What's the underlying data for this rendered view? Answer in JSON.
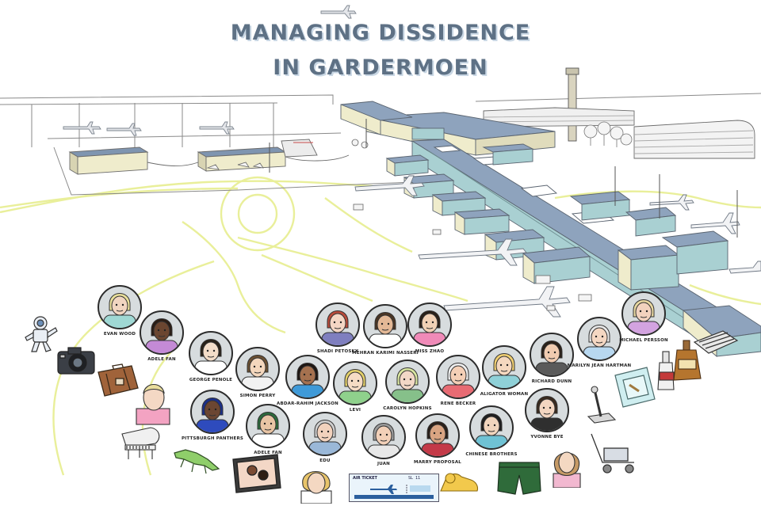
{
  "title": {
    "line1": "MANAGING DISSIDENCE",
    "line2": "IN GARDERMOEN"
  },
  "colors": {
    "title": "#5e7185",
    "title_shadow": "#c9d7e4",
    "roof": "#7f95b0",
    "glass": "#9fc9cc",
    "wall": "#efeccc",
    "taxi_line": "#e9ef9a",
    "face_bg": "#d7dcde"
  },
  "people": [
    {
      "name": "EVAN WOOD",
      "skin": "#f1d5c0",
      "hair": "#e9df9a",
      "shirt": "#9fd8d4"
    },
    {
      "name": "ADELE FAN",
      "skin": "#6b4630",
      "hair": "#2b1d14",
      "shirt": "#c48ad6"
    },
    {
      "name": "GEORGE PENOLE",
      "skin": "#f3ddc8",
      "hair": "#2a2218",
      "shirt": "#ffffff"
    },
    {
      "name": "SIMON PERRY",
      "skin": "#f4d7bd",
      "hair": "#6b5032",
      "shirt": "#f2f2f2"
    },
    {
      "name": "SHADI PETOSKY",
      "skin": "#f4d6c4",
      "hair": "#b94a3a",
      "shirt": "#7f7fbf"
    },
    {
      "name": "MEHRAN KARIMI NASSERI",
      "skin": "#e3b896",
      "hair": "#4a3524",
      "shirt": "#ffffff"
    },
    {
      "name": "MISS ZHAO",
      "skin": "#f1d1b5",
      "hair": "#2a2018",
      "shirt": "#f08ab8"
    },
    {
      "name": "ABDAR-RAHIM JACKSON",
      "skin": "#a5714f",
      "hair": "#1e1612",
      "shirt": "#3f9ad8"
    },
    {
      "name": "LEVI",
      "skin": "#f6dcc4",
      "hair": "#e4d16a",
      "shirt": "#8fd18c"
    },
    {
      "name": "CAROLYN HOPKINS",
      "skin": "#f2d8c6",
      "hair": "#d9e6a0",
      "shirt": "#86c08a"
    },
    {
      "name": "RENE BECKER",
      "skin": "#f4cfb6",
      "hair": "#efefef",
      "shirt": "#e86b73"
    },
    {
      "name": "ALIGATOR WOMAN",
      "skin": "#f5d8bf",
      "hair": "#f0cf72",
      "shirt": "#8fd1d8"
    },
    {
      "name": "RICHARD DUNN",
      "skin": "#f0cbb0",
      "hair": "#2a2018",
      "shirt": "#5a5a5a"
    },
    {
      "name": "MARILYN JEAN HARTMAN",
      "skin": "#f4d7c2",
      "hair": "#e8e8e8",
      "shirt": "#b8d8f0"
    },
    {
      "name": "MICHAEL PERSSON",
      "skin": "#f2d2be",
      "hair": "#e8d7a0",
      "shirt": "#d3a3e0"
    },
    {
      "name": "PITTSBURGH PANTHERS",
      "skin": "#6b4632",
      "hair": "#1b2f8a",
      "shirt": "#2e4bbd"
    },
    {
      "name": "ADELE FAN",
      "skin": "#e8c4a4",
      "hair": "#2d6b3c",
      "shirt": "#ffffff"
    },
    {
      "name": "EDU",
      "skin": "#f2d2bd",
      "hair": "#d0d0d0",
      "shirt": "#9ab8d8"
    },
    {
      "name": "JUAN",
      "skin": "#f2d0b8",
      "hair": "#9b9b9b",
      "shirt": "#e8e8e8"
    },
    {
      "name": "MARRY PROPOSAL",
      "skin": "#d9a482",
      "hair": "#2a1f18",
      "shirt": "#c43a48"
    },
    {
      "name": "CHINESE BROTHERS",
      "skin": "#f1d5bd",
      "hair": "#1e1e1e",
      "shirt": "#6fc2d4"
    },
    {
      "name": "YVONNE BYE",
      "skin": "#f3d6c1",
      "hair": "#3a2a1e",
      "shirt": "#2f2f2f"
    }
  ],
  "ticket": {
    "header": "AIR TICKET",
    "flight": "SL 11"
  }
}
